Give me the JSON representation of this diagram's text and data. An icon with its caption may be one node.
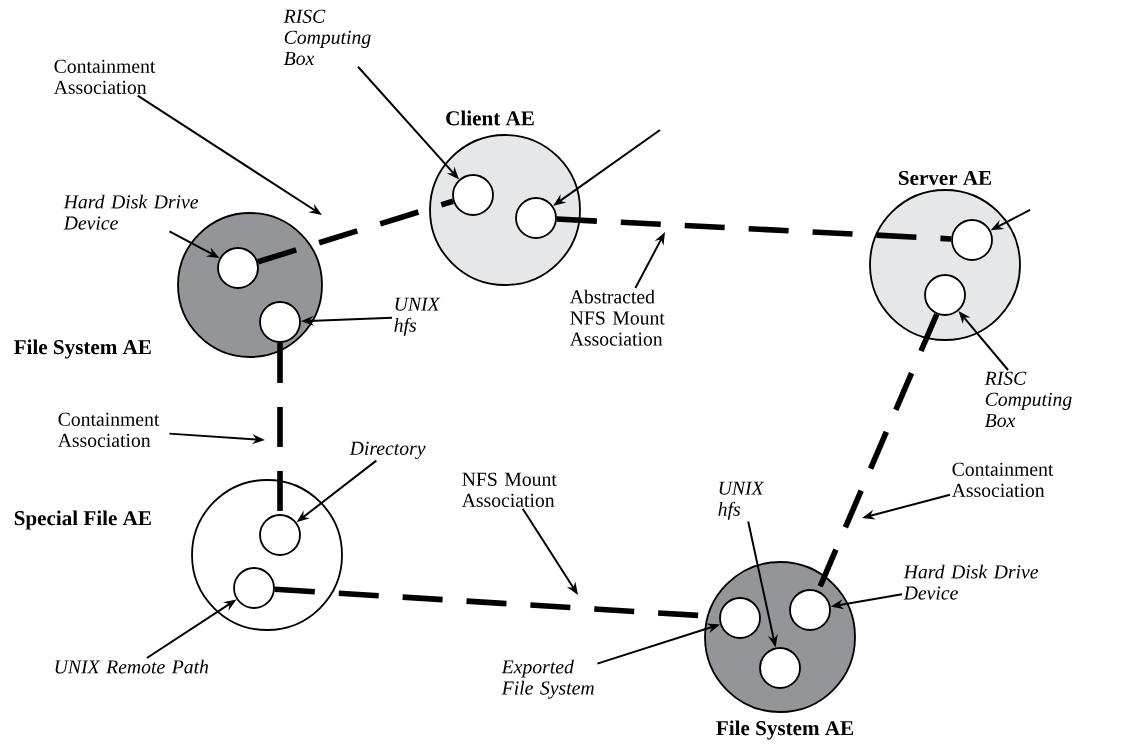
{
  "diagram": {
    "nodes": [
      {
        "text": [
          "Client AE"
        ]
      },
      {
        "text": [],
        "shape": "circle",
        "in": 0
      },
      {
        "text": [],
        "shape": "circle",
        "in": 0
      },
      {
        "text": [
          "Server AE"
        ]
      },
      {
        "text": [],
        "shape": "circle",
        "in": 3
      },
      {
        "text": [],
        "shape": "circle",
        "in": 3
      },
      {
        "text": [
          "File System AE"
        ]
      },
      {
        "text": [],
        "shape": "circle",
        "in": 6
      },
      {
        "text": [],
        "shape": "circle",
        "in": 6
      },
      {
        "text": [
          "Special File AE"
        ]
      },
      {
        "text": [],
        "shape": "circle",
        "in": 9
      },
      {
        "text": [],
        "shape": "circle",
        "in": 9
      },
      {
        "text": [
          "File System AE"
        ]
      },
      {
        "text": [],
        "shape": "circle",
        "in": 12
      },
      {
        "text": [],
        "shape": "circle",
        "in": 12
      },
      {
        "text": [],
        "shape": "circle",
        "in": 12
      },
      {
        "text": [
          "RISC Computing Box"
        ]
      },
      {
        "text": [
          "Containment Association"
        ]
      },
      {
        "text": [
          "Hard Disk Drive Device"
        ]
      },
      {
        "text": [
          "UNIX hfs"
        ]
      },
      {
        "text": [
          "Abstracted NFS Mount Association"
        ]
      },
      {
        "text": [
          "RISC Computing Box"
        ]
      },
      {
        "text": [
          "Containment Association"
        ]
      },
      {
        "text": [
          "Directory"
        ]
      },
      {
        "text": [
          "NFS Mount Association"
        ]
      },
      {
        "text": [
          "UNIX Remote Path"
        ]
      },
      {
        "text": [
          "UNIX hfs"
        ]
      },
      {
        "text": [
          "Containment Association"
        ]
      },
      {
        "text": [
          "Hard Disk Drive Device"
        ]
      },
      {
        "text": [
          "Exported File System"
        ]
      }
    ],
    "edges": [
      {
        "from": 7,
        "to": 1,
        "arrow": "none",
        "style": "dashed"
      },
      {
        "from": 2,
        "to": 4,
        "arrow": "none",
        "style": "dashed"
      },
      {
        "from": 8,
        "to": 10,
        "arrow": "none",
        "style": "dashed"
      },
      {
        "from": 11,
        "to": 13,
        "arrow": "none",
        "style": "dashed"
      },
      {
        "from": 5,
        "to": 14,
        "arrow": "none",
        "style": "dashed"
      },
      {
        "from": 16,
        "to": 1,
        "arrow": "to"
      },
      {
        "from": 17,
        "to": null,
        "arrow": "to"
      },
      {
        "from": 18,
        "to": 7,
        "arrow": "to"
      },
      {
        "from": 19,
        "to": 8,
        "arrow": "to"
      },
      {
        "from": null,
        "to": 2,
        "arrow": "to"
      },
      {
        "from": 20,
        "to": null,
        "arrow": "to"
      },
      {
        "from": null,
        "to": 4,
        "arrow": "to"
      },
      {
        "from": 21,
        "to": 5,
        "arrow": "to"
      },
      {
        "from": 22,
        "to": null,
        "arrow": "to"
      },
      {
        "from": 23,
        "to": 10,
        "arrow": "to"
      },
      {
        "from": 24,
        "to": null,
        "arrow": "to"
      },
      {
        "from": 25,
        "to": 11,
        "arrow": "to"
      },
      {
        "from": 26,
        "to": 15,
        "arrow": "to"
      },
      {
        "from": 27,
        "to": null,
        "arrow": "to"
      },
      {
        "from": 28,
        "to": 14,
        "arrow": "to"
      },
      {
        "from": 29,
        "to": 13,
        "arrow": "to"
      }
    ]
  }
}
